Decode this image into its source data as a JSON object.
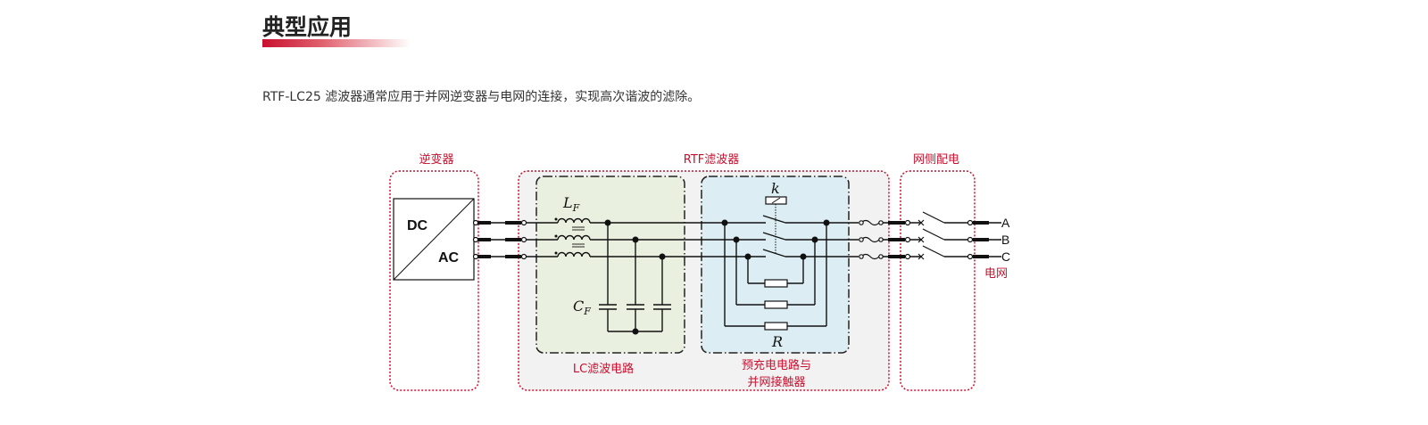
{
  "section": {
    "title": "典型应用",
    "intro": "RTF-LC25 滤波器通常应用于并网逆变器与电网的连接，实现高次谐波的滤除。",
    "accent_color": "#c8102e"
  },
  "diagram": {
    "blocks": {
      "inverter": {
        "label": "逆变器",
        "box_top": "DC",
        "box_bottom": "AC"
      },
      "rtf_filter": {
        "label": "RTF滤波器"
      },
      "grid_side": {
        "label": "网侧配电"
      }
    },
    "sub_blocks": {
      "lc_filter": {
        "label": "LC滤波电路",
        "inductor_symbol": "L",
        "inductor_sub": "F",
        "capacitor_symbol": "C",
        "capacitor_sub": "F"
      },
      "precharge": {
        "label_line1": "预充电电路与",
        "label_line2": "并网接触器",
        "contactor_symbol": "k",
        "resistor_symbol": "R"
      }
    },
    "grid": {
      "label": "电网",
      "phases": [
        "A",
        "B",
        "C"
      ]
    },
    "colors": {
      "label_red": "#c8102e",
      "lc_fill": "#eaf0df",
      "precharge_fill": "#dceef4",
      "filter_fill": "#f2f2f2",
      "wire": "#111111"
    }
  }
}
